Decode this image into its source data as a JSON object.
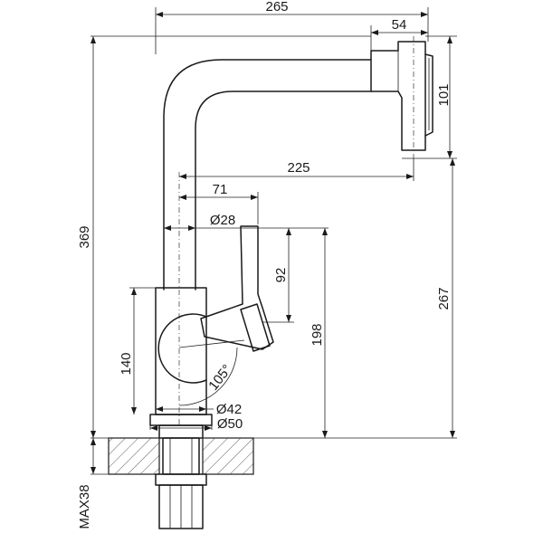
{
  "title": "",
  "dimensions": {
    "overall_reach": "265",
    "spout_head": "54",
    "head_height": "101",
    "spout_reach": "225",
    "lever_offset": "71",
    "body_diameter": "Ø28",
    "total_height": "369",
    "outlet_height": "267",
    "lever_height": "92",
    "lever_top_height": "198",
    "body_height": "140",
    "lever_angle": "105°",
    "base_diameter": "Ø42",
    "flange_diameter": "Ø50",
    "max_counter_thickness": "MAX38"
  }
}
